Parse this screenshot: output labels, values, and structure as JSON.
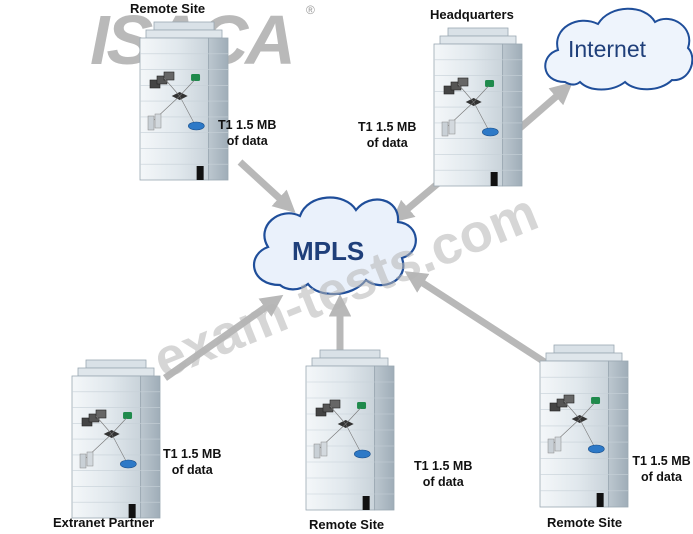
{
  "logo": {
    "text": "ISACA",
    "mark": "®"
  },
  "watermark": "exam-tests.com",
  "center_cloud": {
    "label": "MPLS"
  },
  "internet_cloud": {
    "label": "Internet"
  },
  "sites": [
    {
      "id": "remote-top",
      "name": "Remote Site",
      "link_line1": "T1 1.5 MB",
      "link_line2": "of data"
    },
    {
      "id": "hq",
      "name": "Headquarters",
      "link_line1": "T1 1.5 MB",
      "link_line2": "of data"
    },
    {
      "id": "extranet",
      "name": "Extranet Partner",
      "link_line1": "T1 1.5 MB",
      "link_line2": "of data"
    },
    {
      "id": "remote-bottom",
      "name": "Remote Site",
      "link_line1": "T1 1.5 MB",
      "link_line2": "of data"
    },
    {
      "id": "remote-right",
      "name": "Remote Site",
      "link_line1": "T1 1.5 MB",
      "link_line2": "of data"
    }
  ],
  "colors": {
    "building": "#e4ebf0",
    "building_dark": "#b9c5ce",
    "cloud_fill": "#eaf1fb",
    "cloud_stroke": "#1f4e9a",
    "arrow": "#b8b8b8",
    "mpls_text": "#1f3f7a"
  }
}
